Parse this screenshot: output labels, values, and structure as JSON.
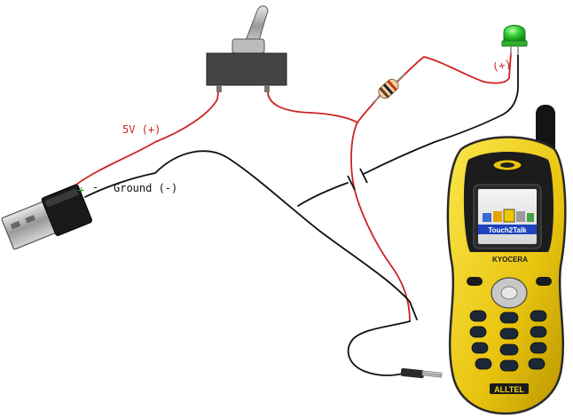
{
  "labels": {
    "power": "5V (+)",
    "ground": "Ground (-)",
    "led_polarity": "(+)",
    "usb_pin_pos": "+",
    "usb_pin_neg": "-"
  },
  "phone": {
    "screen_caption": "Touch2Talk",
    "brand": "KYOCERA",
    "carrier": "ALLTEL"
  },
  "colors": {
    "positive_wire": "#cc2222",
    "ground_wire": "#111111",
    "led": "#33cc33",
    "phone_body": "#f2d21a",
    "switch_body": "#444444"
  },
  "components": [
    "usb-plug",
    "toggle-switch",
    "resistor",
    "led",
    "capacitor",
    "cell-phone"
  ]
}
